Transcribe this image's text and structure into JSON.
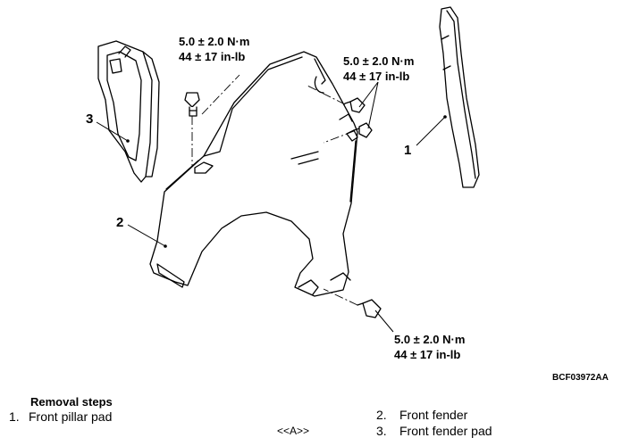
{
  "torque_specs": [
    {
      "nm": "5.0 ± 2.0 N·m",
      "inlb": "44 ± 17 in-lb"
    },
    {
      "nm": "5.0 ± 2.0 N·m",
      "inlb": "44 ± 17 in-lb"
    },
    {
      "nm": "5.0 ± 2.0 N·m",
      "inlb": "44 ± 17 in-lb"
    }
  ],
  "callouts": [
    "1",
    "2",
    "3"
  ],
  "figure_code": "BCF03972AA",
  "removal": {
    "title": "Removal steps",
    "steps": [
      {
        "num": "1.",
        "label": "Front pillar pad"
      },
      {
        "num": "2.",
        "label": "Front fender"
      },
      {
        "num": "3.",
        "label": "Front fender pad"
      }
    ],
    "marker": "<<A>>"
  }
}
